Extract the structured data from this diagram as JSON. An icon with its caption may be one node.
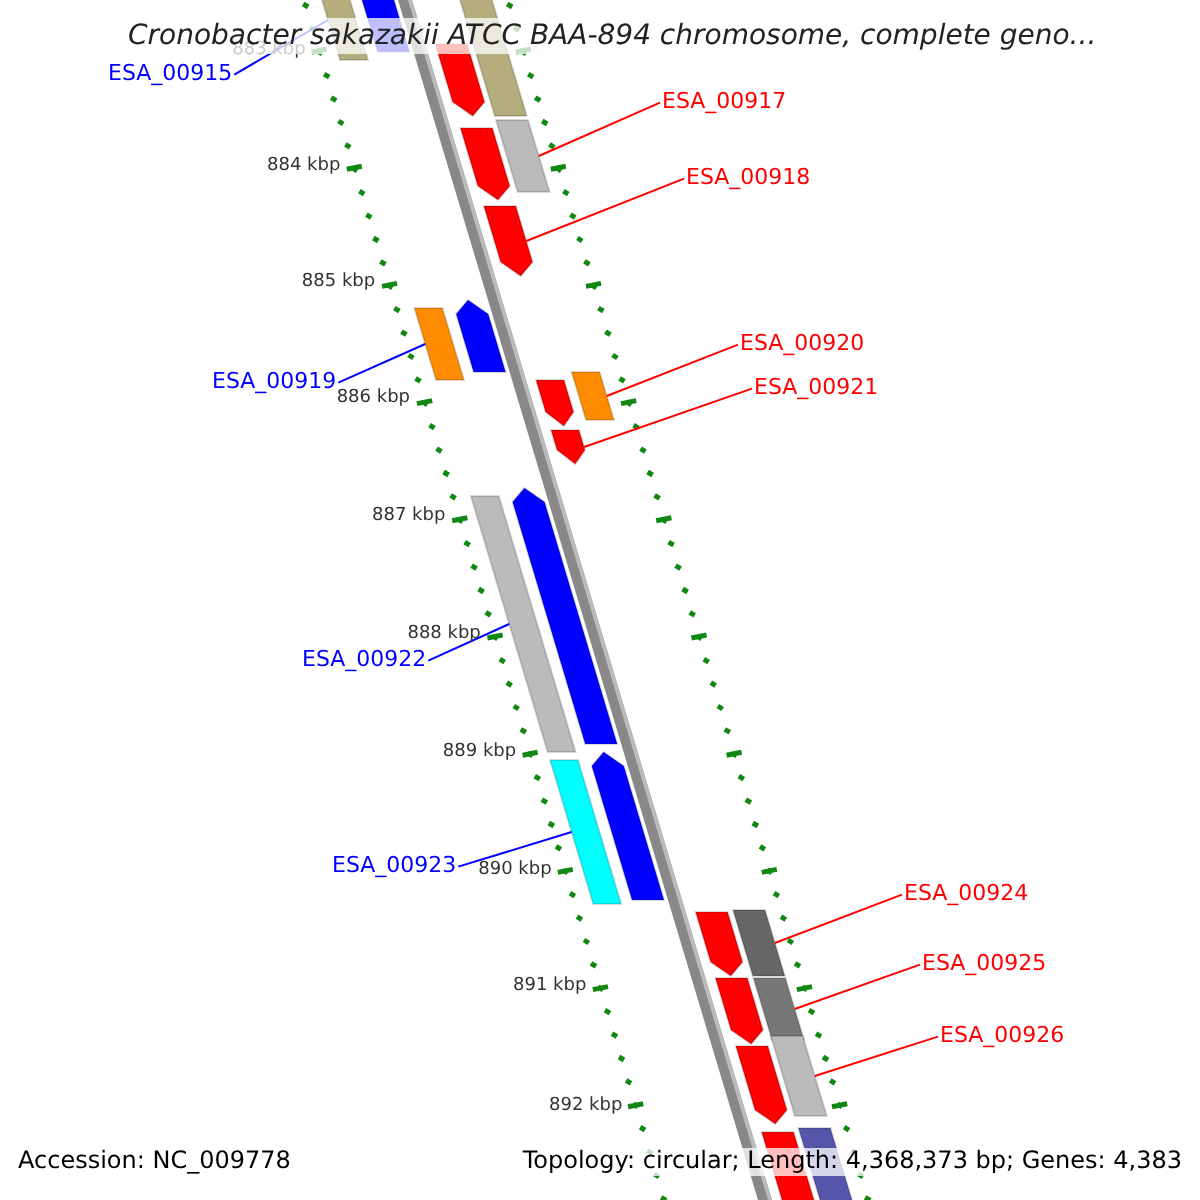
{
  "diagram": {
    "title": "Cronobacter sakazakii ATCC BAA-894 chromosome, complete geno...",
    "nodes": [
      {
        "text": [
          "ESA_00915"
        ]
      },
      {
        "text": [
          "ESA_00917"
        ]
      },
      {
        "text": [
          "ESA_00918"
        ]
      },
      {
        "text": [
          "ESA_00919"
        ]
      },
      {
        "text": [
          "ESA_00920"
        ]
      },
      {
        "text": [
          "ESA_00921"
        ]
      },
      {
        "text": [
          "ESA_00922"
        ]
      },
      {
        "text": [
          "ESA_00923"
        ]
      },
      {
        "text": [
          "ESA_00924"
        ]
      },
      {
        "text": [
          "ESA_00925"
        ]
      },
      {
        "text": [
          "ESA_00926"
        ]
      },
      {
        "text": [],
        "shape": "box"
      },
      {
        "text": [],
        "shape": "pentagon"
      },
      {
        "text": [],
        "shape": "box"
      },
      {
        "text": [],
        "shape": "pentagon"
      },
      {
        "text": [],
        "shape": "box"
      },
      {
        "text": [],
        "shape": "pentagon"
      },
      {
        "text": [],
        "shape": "pentagon"
      },
      {
        "text": [],
        "shape": "pentagon"
      },
      {
        "text": [],
        "shape": "box"
      },
      {
        "text": [],
        "shape": "box"
      },
      {
        "text": [],
        "shape": "pentagon"
      },
      {
        "text": [],
        "shape": "pentagon"
      },
      {
        "text": [],
        "shape": "pentagon"
      },
      {
        "text": [],
        "shape": "box"
      },
      {
        "text": [],
        "shape": "pentagon"
      },
      {
        "text": [],
        "shape": "box"
      },
      {
        "text": [],
        "shape": "box"
      },
      {
        "text": [],
        "shape": "pentagon"
      },
      {
        "text": [],
        "shape": "pentagon"
      },
      {
        "text": [],
        "shape": "box"
      },
      {
        "text": [],
        "shape": "box"
      },
      {
        "text": [],
        "shape": "pentagon"
      },
      {
        "text": [],
        "shape": "box"
      },
      {
        "text": [],
        "shape": "pentagon"
      }
    ],
    "edges": [
      {
        "from": 0,
        "to": 11,
        "arrow": "none",
        "color": "#0000ff"
      },
      {
        "from": 1,
        "to": 15,
        "arrow": "none"
      },
      {
        "from": 2,
        "to": 17,
        "arrow": "none"
      },
      {
        "from": 3,
        "to": 19,
        "arrow": "none",
        "color": "#0000ff"
      },
      {
        "from": 4,
        "to": 20,
        "arrow": "none"
      },
      {
        "from": 5,
        "to": 22,
        "arrow": "none"
      },
      {
        "from": 6,
        "to": 24,
        "arrow": "none",
        "color": "#0000ff"
      },
      {
        "from": 7,
        "to": 26,
        "arrow": "none",
        "color": "#0000ff"
      },
      {
        "from": 8,
        "to": 27,
        "arrow": "none"
      },
      {
        "from": 9,
        "to": 30,
        "arrow": "none"
      },
      {
        "from": 10,
        "to": 31,
        "arrow": "none"
      }
    ],
    "labels": [
      "883 kbp",
      "884 kbp",
      "885 kbp",
      "886 kbp",
      "887 kbp",
      "888 kbp",
      "889 kbp",
      "890 kbp",
      "891 kbp",
      "892 kbp",
      "Accession: NC_009778",
      "Topology: circular; Length: 4,368,373 bp; Genes: 4,383"
    ]
  }
}
